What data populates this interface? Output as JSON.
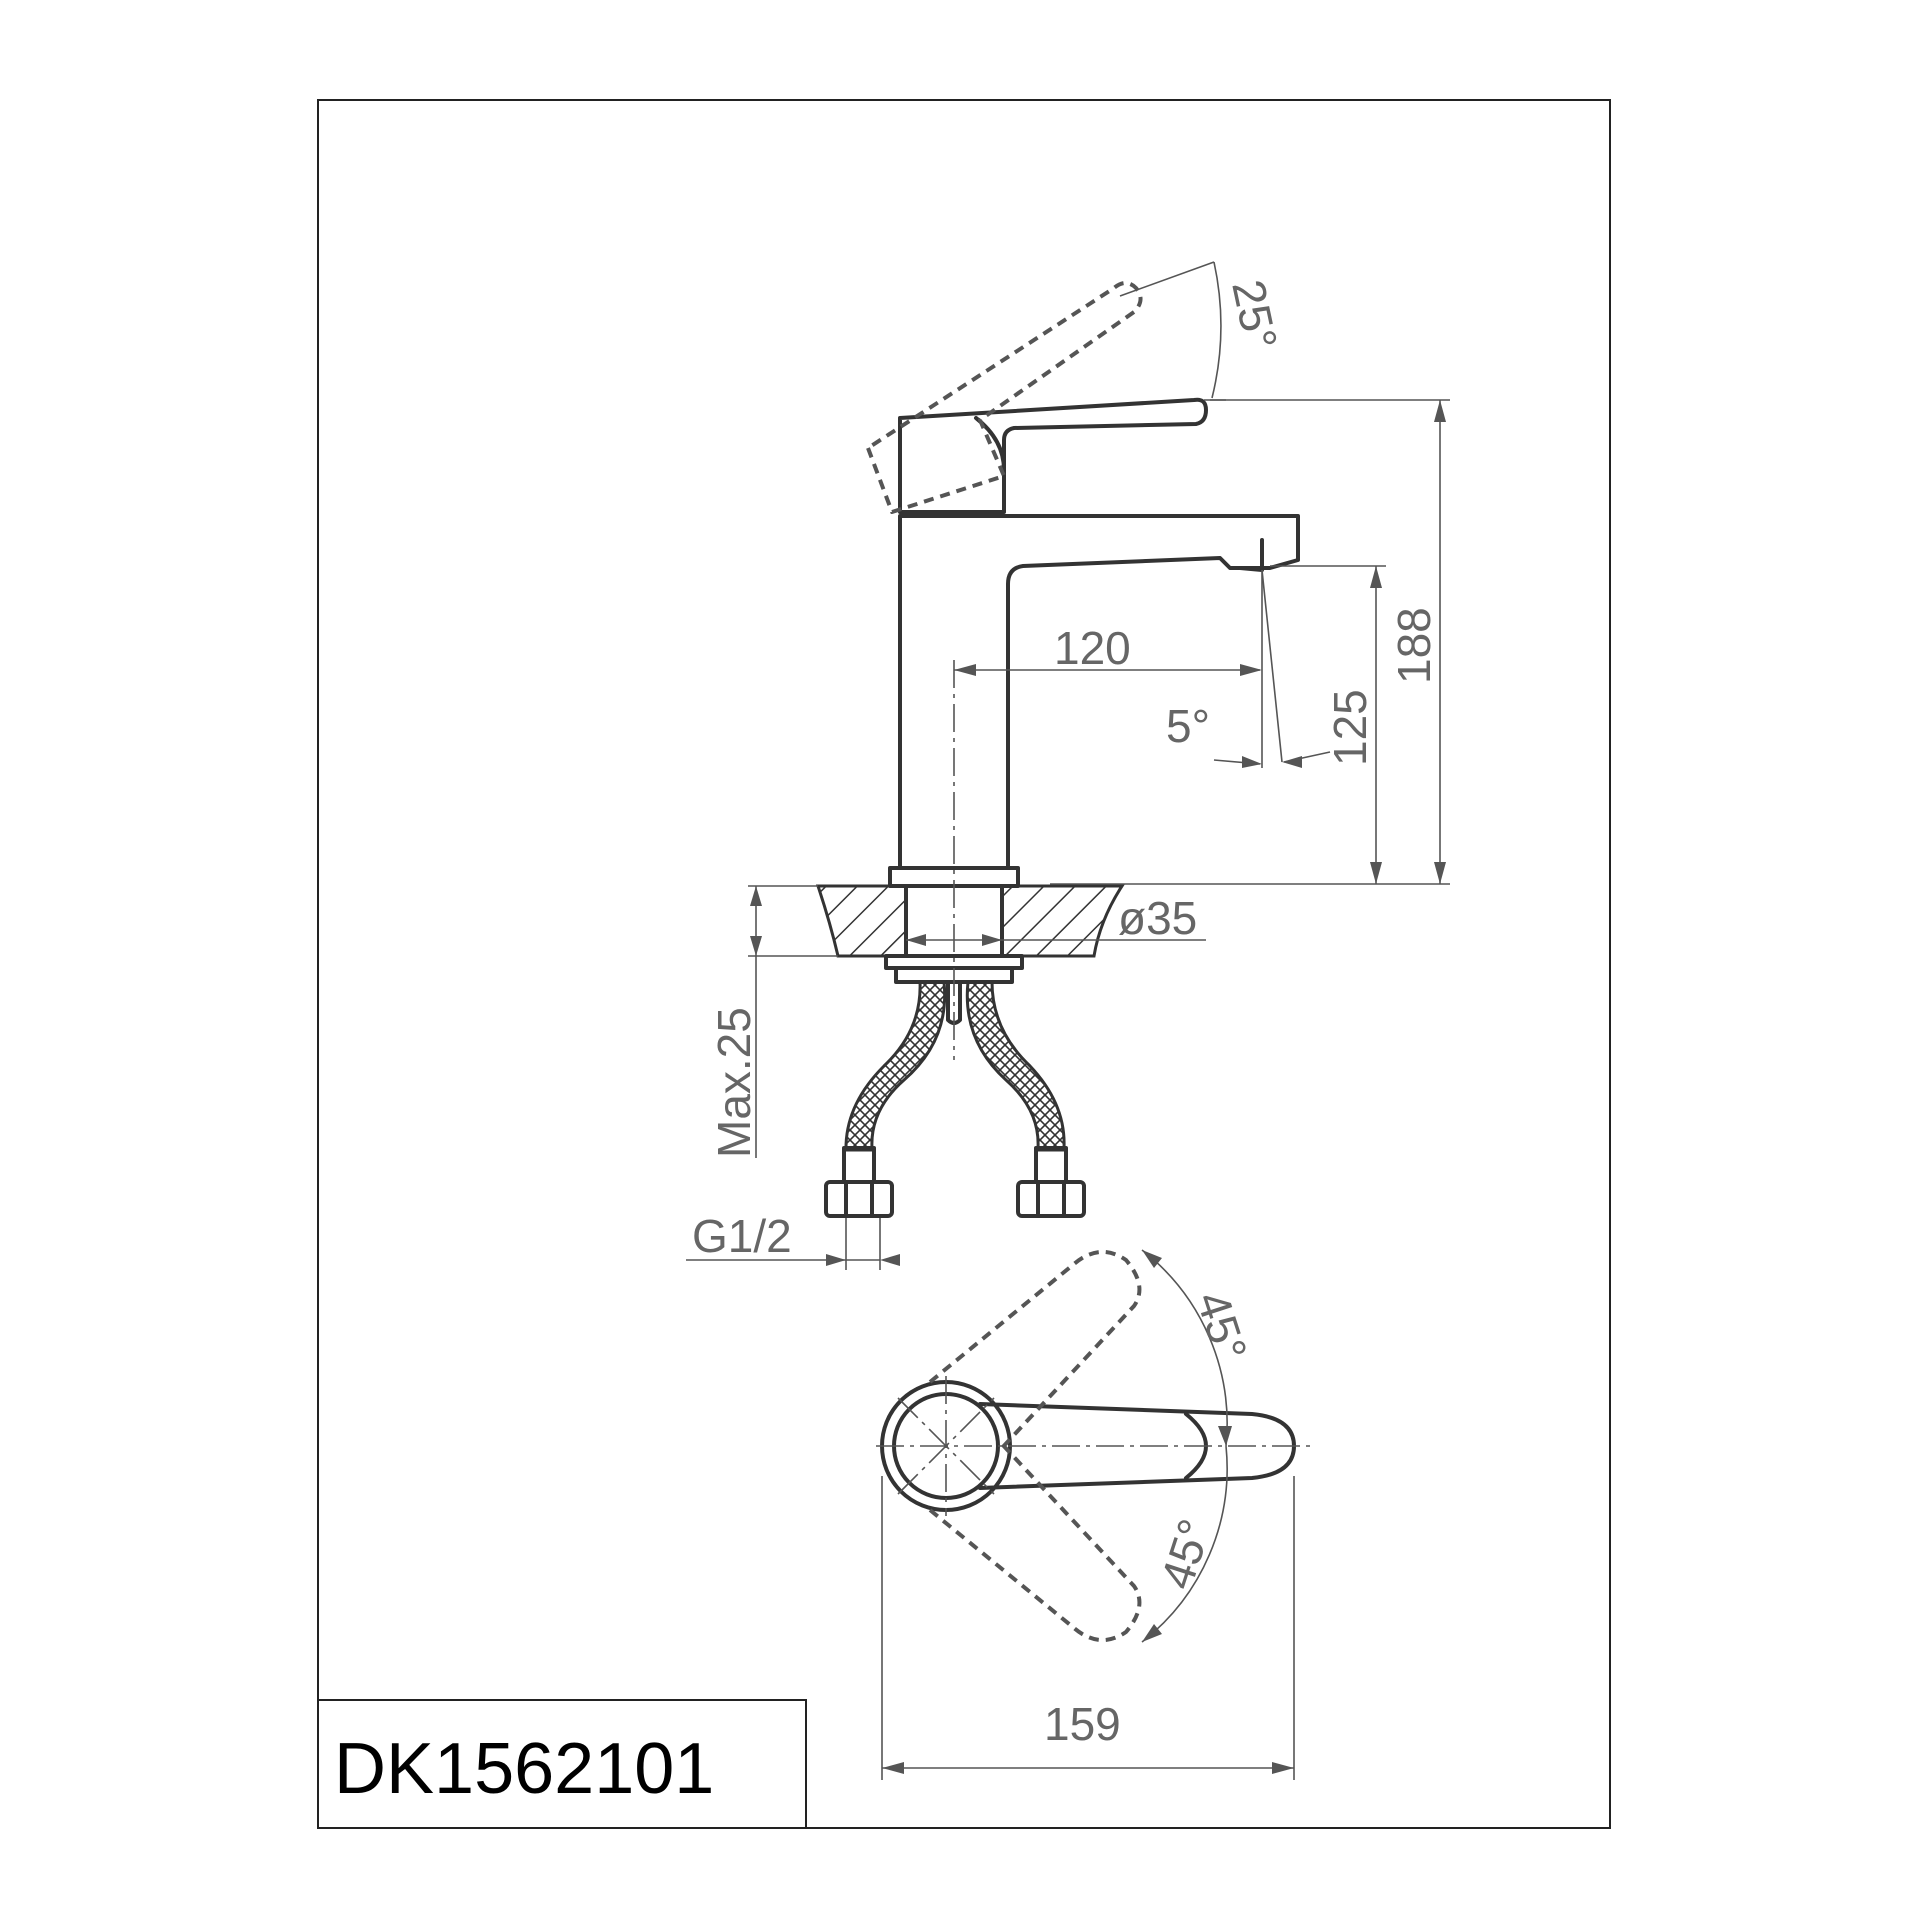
{
  "model_code": "DK1562101",
  "dimensions": {
    "lever_tilt": "25°",
    "total_height": "188",
    "spout_reach": "120",
    "spout_angle": "5°",
    "spout_height": "125",
    "hole_diameter": "ø35",
    "max_deck_thickness": "Max.25",
    "hose_thread": "G1/2",
    "rotation_upper": "45°",
    "rotation_lower": "45°",
    "plan_length": "159"
  },
  "colors": {
    "line": "#333333",
    "dimension": "#555555",
    "text": "#666666"
  }
}
